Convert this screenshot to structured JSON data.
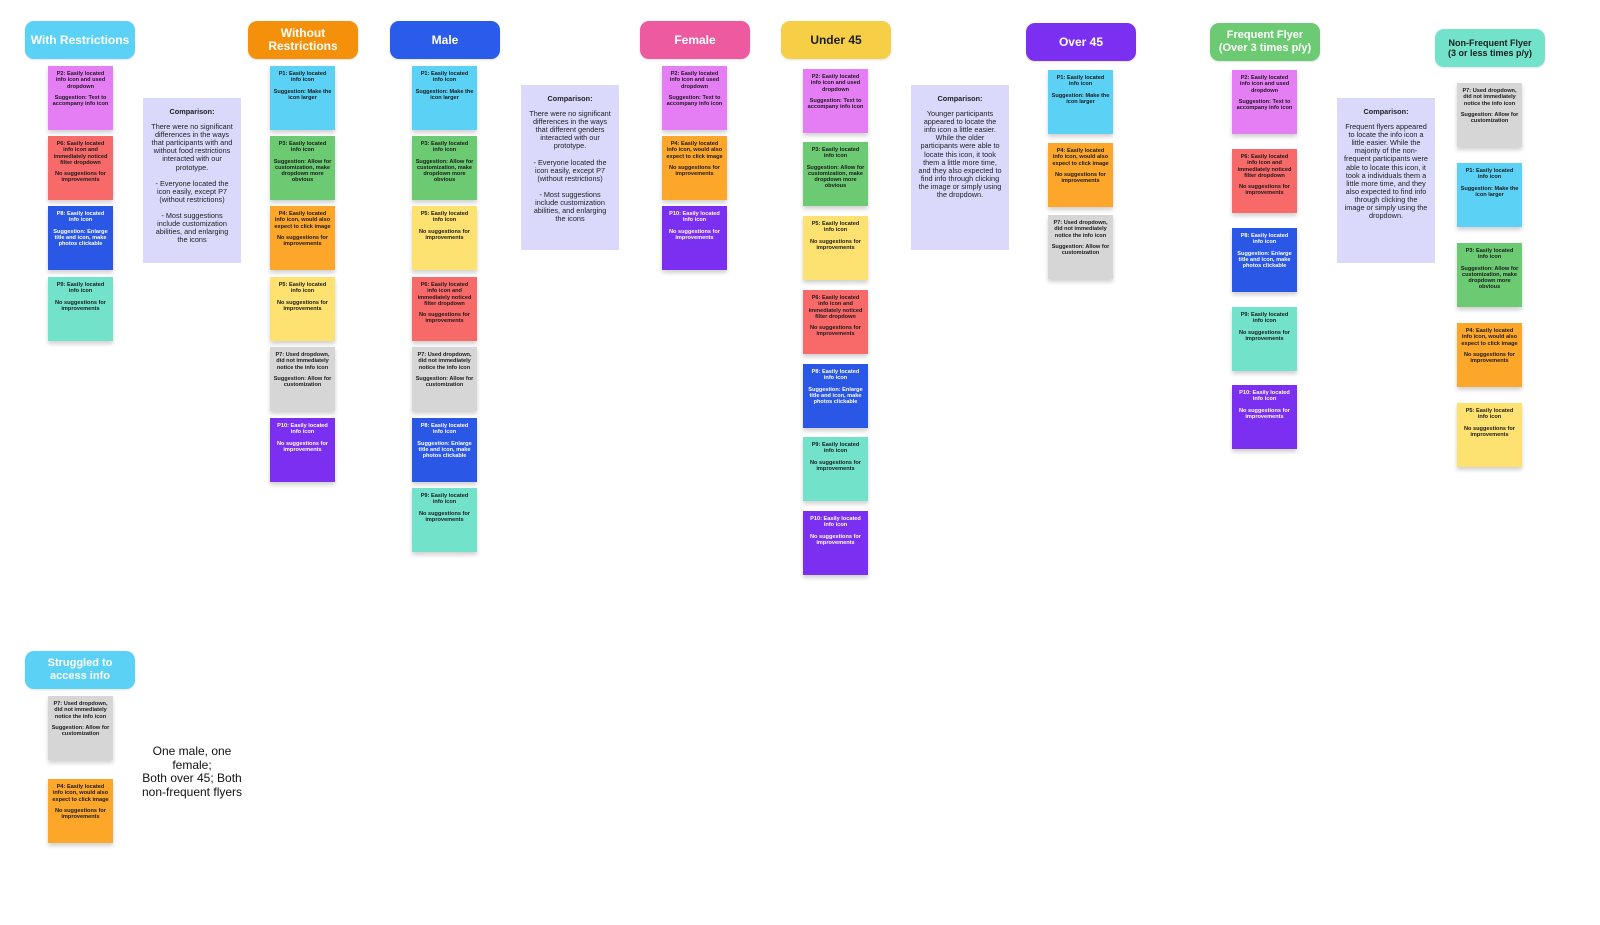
{
  "colors": {
    "cyan": "#5ad1f5",
    "orange": "#f5900a",
    "blue": "#2a5bea",
    "pink": "#ee5aa0",
    "yellow": "#f7cf46",
    "purple": "#7b2ff0",
    "green": "#6cca73",
    "teal": "#72e2ca",
    "lavender": "#dad8fb",
    "note_yellow": "#fde271",
    "note_red": "#f86a69",
    "note_grey": "#d6d6d6",
    "note_magenta": "#e57ef4",
    "note_blue": "#2b57e6",
    "note_purple": "#7b2ff0",
    "note_orange": "#fca62a"
  },
  "headers": {
    "with_restrictions": "With Restrictions",
    "without_restrictions": "Without\nRestrictions",
    "male": "Male",
    "female": "Female",
    "under45": "Under 45",
    "over45": "Over 45",
    "frequent": "Frequent Flyer\n(Over 3 times p/y)",
    "nonfrequent": "Non-Frequent Flyer\n(3 or less times p/y)",
    "struggled": "Struggled to\naccess info"
  },
  "notes": {
    "p1": {
      "a": "P1: Easily located info icon",
      "b": "Suggestion: Make the icon larger"
    },
    "p2": {
      "a": "P2: Easily located info icon and used dropdown",
      "b": "Suggestion: Text to accompany info icon"
    },
    "p3": {
      "a": "P3: Easily located info icon",
      "b": "Suggestion: Allow for customization, make dropdown more obvious"
    },
    "p4": {
      "a": "P4: Easily located info icon, would also expect to click image",
      "b": "No suggestions for improvements"
    },
    "p5": {
      "a": "P5: Easily located info icon",
      "b": "No suggestions for improvements"
    },
    "p6": {
      "a": "P6: Easily located info icon and immediately noticed filter dropdown",
      "b": "No suggestions for improvements"
    },
    "p7": {
      "a": "P7: Used dropdown, did not immediately notice the info icon",
      "b": "Suggestion: Allow for customization"
    },
    "p8": {
      "a": "P8: Easily located info icon",
      "b": "Suggestion: Enlarge title and icon, make photos clickable"
    },
    "p9": {
      "a": "P9: Easily located info icon",
      "b": "No suggestions for improvements"
    },
    "p10": {
      "a": "P10: Easily located info icon",
      "b": "No suggestions for improvements"
    }
  },
  "comparisons": {
    "restrictions": {
      "title": "Comparison:",
      "body": "There were no significant differences in the ways that participants with and without food restrictions interacted with our prototype.\n\n- Everyone located the icon easily, except P7 (without restrictions)\n\n-  Most suggestions include customization abilities, and enlarging the icons"
    },
    "gender": {
      "title": "Comparison:",
      "body": "There were no significant differences in the ways that different genders interacted with our prototype.\n\n- Everyone located the icon easily, except P7 (without restrictions)\n\n- Most suggestions include customization abilities, and enlarging the icons"
    },
    "age": {
      "title": "Comparison:",
      "body": "Younger participants appeared to locate the info icon a little easier. While the older participants were able to locate this icon, it took them a little more time, and they also expected to find info through clicking the image or simply using the dropdown."
    },
    "flyer": {
      "title": "Comparison:",
      "body": "Frequent flyers appeared to locate the info icon a little easier. While the majority of the non-frequent participants were able to locate this icon, it took a  individuals them a little more time, and they also expected to find info through clicking the image or simply using the dropdown."
    }
  },
  "struggled_text": "One male, one female;\nBoth over 45; Both non-frequent flyers"
}
